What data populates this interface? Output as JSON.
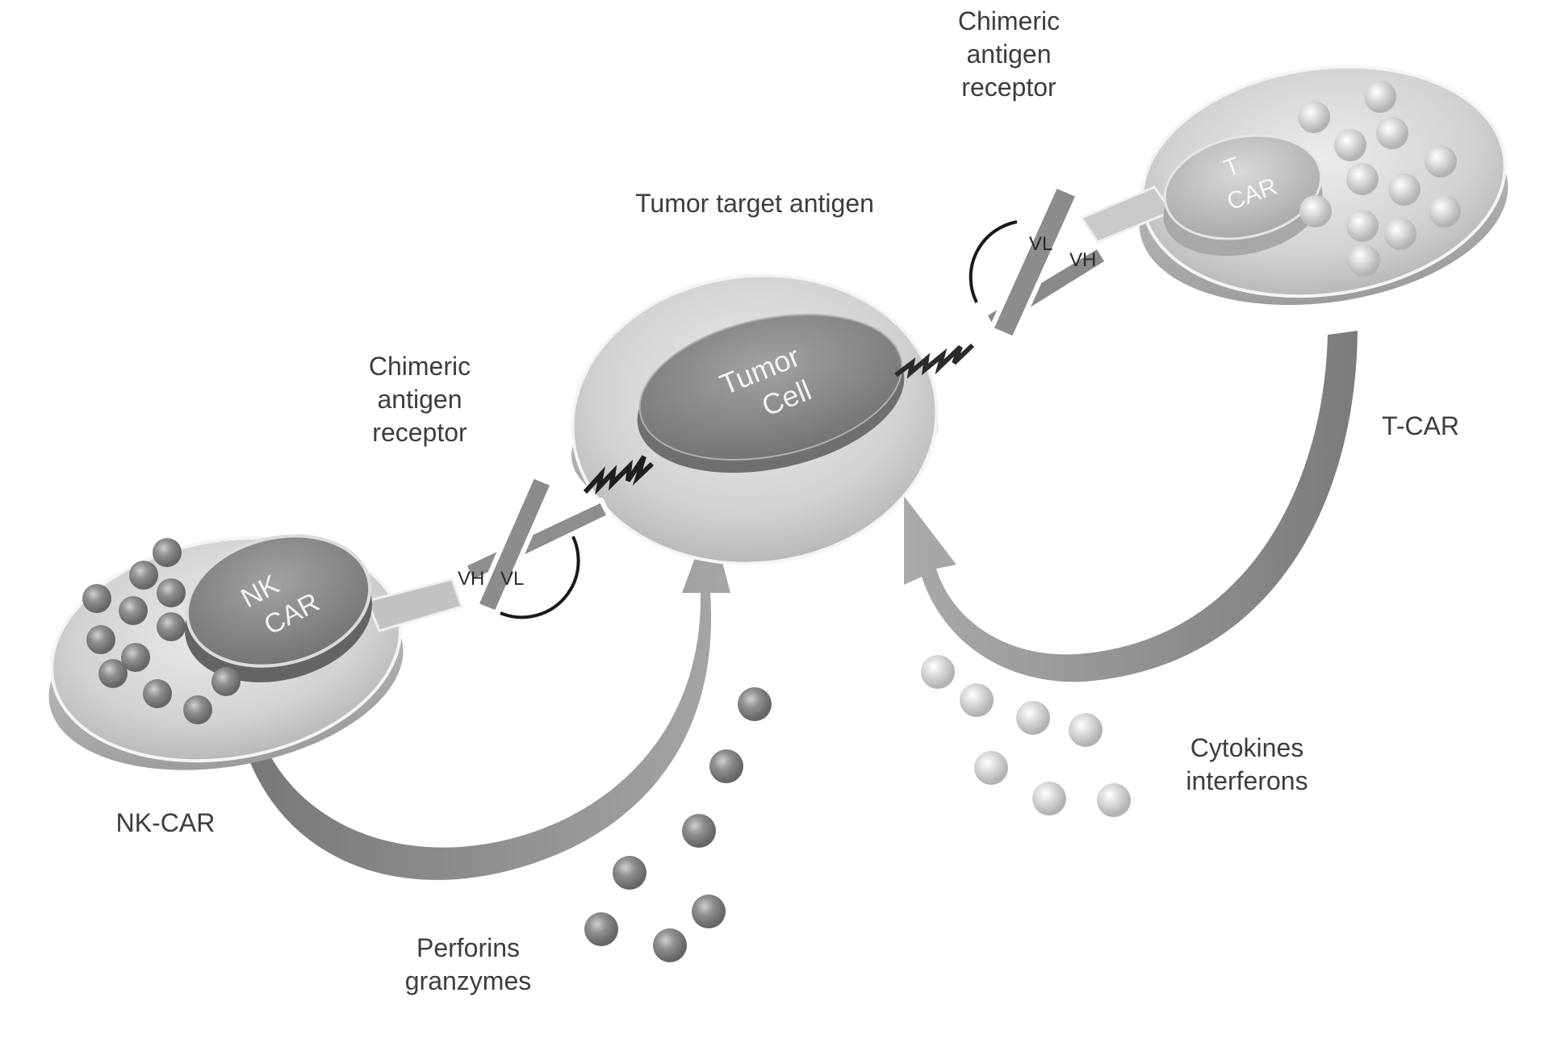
{
  "labels": {
    "car_top": [
      "Chimeric",
      "antigen",
      "receptor"
    ],
    "car_left": [
      "Chimeric",
      "antigen",
      "receptor"
    ],
    "tumor_target_antigen": "Tumor target antigen",
    "t_car": "T-CAR",
    "nk_car": "NK-CAR",
    "cytokines": [
      "Cytokines",
      "interferons"
    ],
    "perforins": [
      "Perforins",
      "granzymes"
    ]
  },
  "cells": {
    "nk": [
      "NK",
      "CAR"
    ],
    "tumor": [
      "Tumor",
      "Cell"
    ],
    "t": [
      "T",
      "CAR"
    ]
  },
  "domains": {
    "left_vh": "VH",
    "left_vl": "VL",
    "right_vl": "VL",
    "right_vh": "VH"
  },
  "colors": {
    "background": "#ffffff",
    "cell_fill": "#cfcfcf",
    "nucleus_fill": "#8a8a8a",
    "arrow": "#8c8c8c",
    "text": "#3d3d3d"
  }
}
